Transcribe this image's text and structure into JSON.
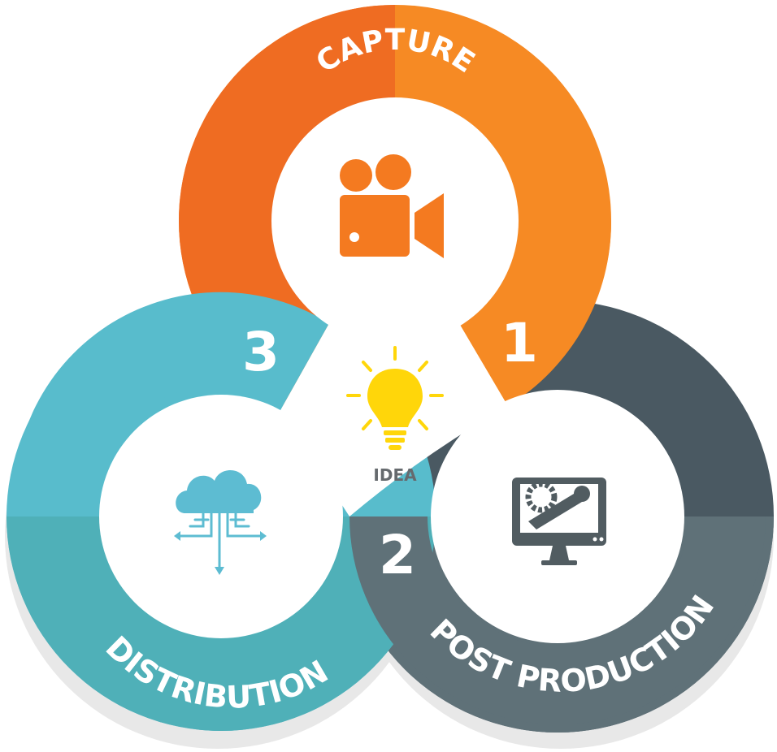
{
  "diagram": {
    "center": {
      "label": "IDEA",
      "icon": "lightbulb-icon"
    },
    "stages": [
      {
        "id": "capture",
        "label": "CAPTURE",
        "number": "1",
        "icon": "video-camera-icon",
        "color": "#f47a20"
      },
      {
        "id": "post-production",
        "label": "POST PRODUCTION",
        "number": "2",
        "icon": "monitor-tools-icon",
        "color": "#5f7178"
      },
      {
        "id": "distribution",
        "label": "DISTRIBUTION",
        "number": "3",
        "icon": "cloud-distribution-icon",
        "color": "#55b8c9"
      }
    ]
  },
  "colors": {
    "capture_light": "#f68a24",
    "capture_dark": "#ef6c22",
    "post_dark": "#4a5962",
    "post_light": "#5f7178",
    "dist_light": "#58bccc",
    "dist_dark": "#4fb0b8",
    "icon_gray": "#515c61",
    "bulb": "#ffd60a"
  }
}
